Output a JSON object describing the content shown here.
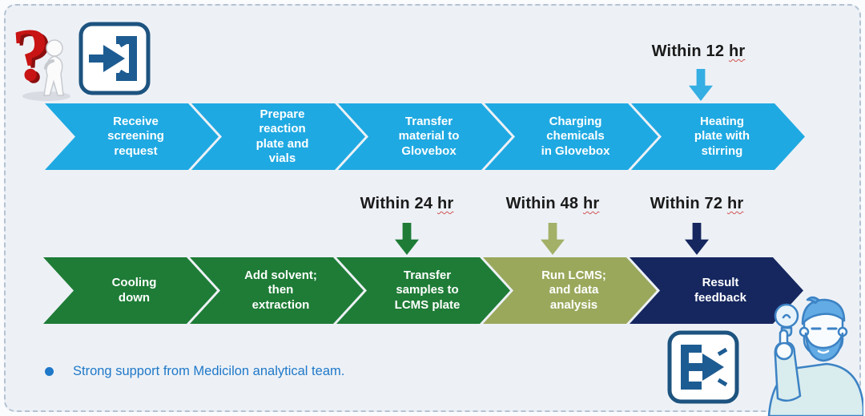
{
  "flow": {
    "rows": [
      {
        "name": "screening-day-1",
        "steps": [
          {
            "label": "Receive\nscreening\nrequest"
          },
          {
            "label": "Prepare\nreaction\nplate and\nvials"
          },
          {
            "label": "Transfer\nmaterial to\nGlovebox"
          },
          {
            "label": "Charging\nchemicals\nin Glovebox"
          },
          {
            "label": "Heating\nplate with\nstirring"
          }
        ]
      },
      {
        "name": "analysis-phase",
        "steps": [
          {
            "label": "Cooling\ndown"
          },
          {
            "label": "Add solvent;\nthen\nextraction"
          },
          {
            "label": "Transfer\nsamples to\nLCMS plate"
          },
          {
            "label": "Run LCMS;\nand data\nanalysis"
          },
          {
            "label": "Result\nfeedback"
          }
        ]
      }
    ],
    "timings": [
      {
        "text": "Within 12",
        "unit": "hr",
        "points_to": "Heating plate with stirring"
      },
      {
        "text": "Within 24",
        "unit": "hr",
        "points_to": "Transfer samples to LCMS plate"
      },
      {
        "text": "Within 48",
        "unit": "hr",
        "points_to": "Run LCMS; and data analysis"
      },
      {
        "text": "Within 72",
        "unit": "hr",
        "points_to": "Result feedback"
      }
    ]
  },
  "note": {
    "text": "Strong support from Medicilon analytical team."
  },
  "icons": {
    "enter_icon": "arrow-entering-door",
    "exit_icon": "arrow-exiting-door",
    "question_figure": "person-thinking-beside-red-question-mark",
    "idea_figure": "man-pointing-at-lightbulb"
  },
  "colors": {
    "background": "#edf1f6",
    "frame_dash": "#b3c2d3",
    "step_blue": "#1fa9e2",
    "step_green": "#1e7c36",
    "step_olive": "#9aa85c",
    "step_navy": "#16275f",
    "timing_text": "#1a1a1a",
    "note_blue": "#1f78c8",
    "question_red": "#c81414",
    "icon_navy": "#1d537f"
  }
}
